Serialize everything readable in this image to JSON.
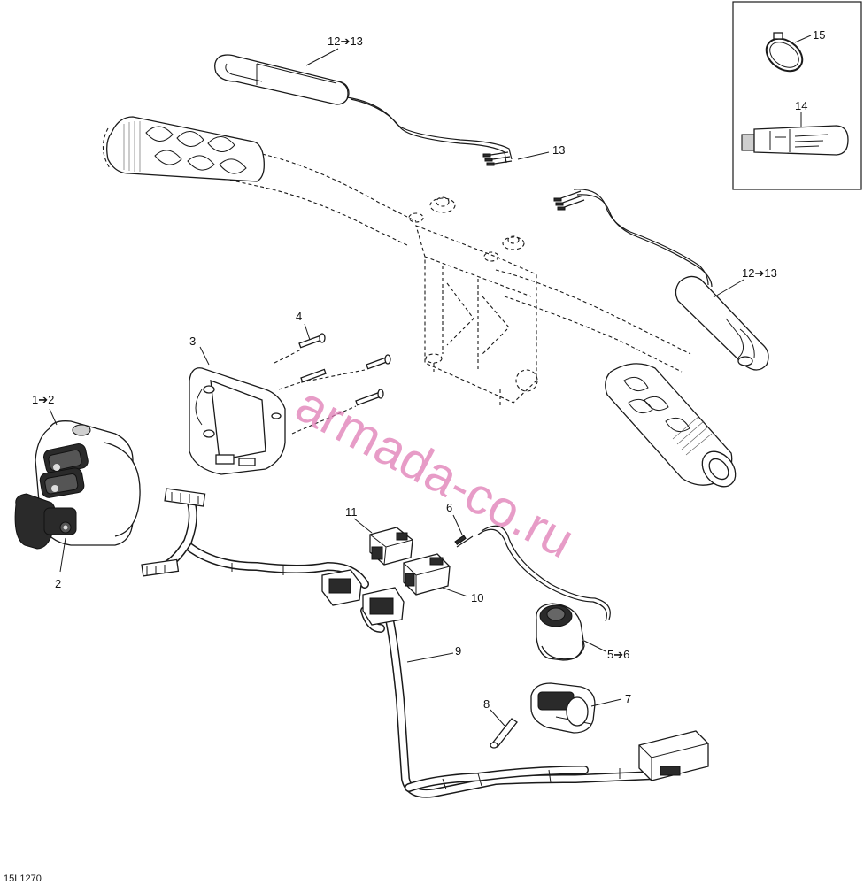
{
  "watermark": "armada-co.ru",
  "figure_ref": "15L1270",
  "callouts": {
    "c15": "15",
    "c14": "14",
    "c12_13_top": "12➔13",
    "c13_top": "13",
    "c12_13_right": "12➔13",
    "c4": "4",
    "c3": "3",
    "c1_2": "1➔2",
    "c2": "2",
    "c11": "11",
    "c6": "6",
    "c10": "10",
    "c9": "9",
    "c5_6": "5➔6",
    "c8": "8",
    "c7": "7"
  }
}
